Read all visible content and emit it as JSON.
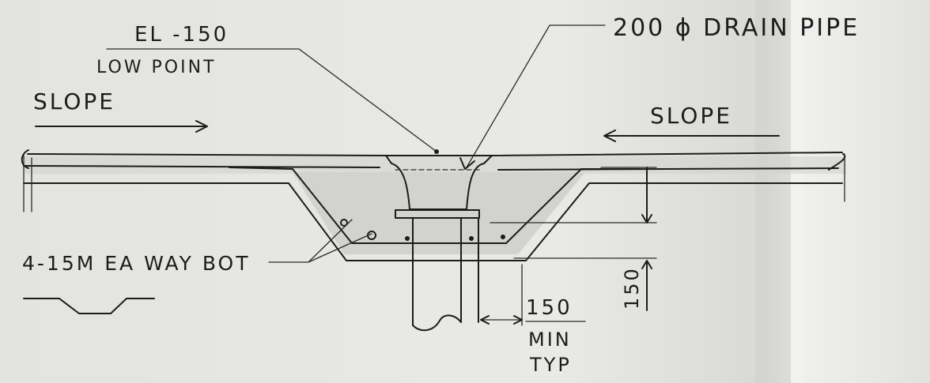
{
  "labels": {
    "elevation": "EL -150",
    "low_point": "LOW POINT",
    "drain_pipe": "200 ɸ DRAIN PIPE",
    "slope_left": "SLOPE",
    "slope_right": "SLOPE",
    "rebar": "4-15M EA WAY BOT",
    "clearance_value": "150",
    "clearance_min": "MIN",
    "clearance_typ": "TYP",
    "depth_value": "150"
  },
  "colors": {
    "ink": "#1c1c1c",
    "paper": "#e6e6e3",
    "concrete": "#d2d2cf"
  }
}
